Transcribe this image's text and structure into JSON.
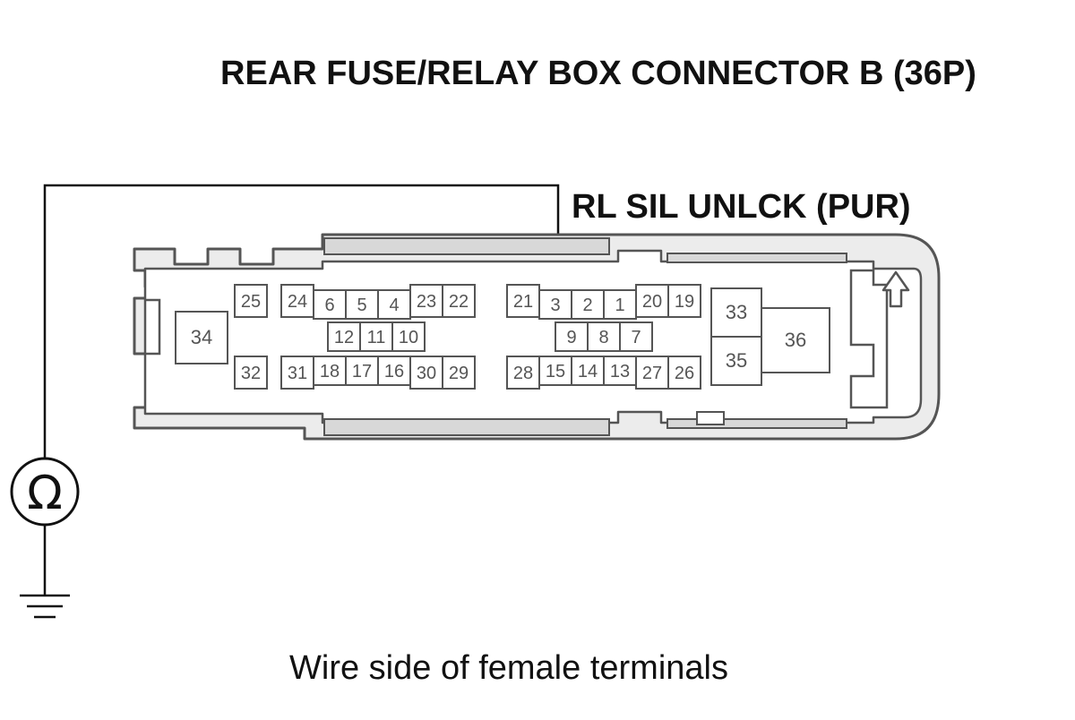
{
  "title": "REAR FUSE/RELAY BOX CONNECTOR B (36P)",
  "wire_label": "RL SIL UNLCK (PUR)",
  "caption": "Wire side of female terminals",
  "meter_symbol": "Ω",
  "probe_terminal": "3",
  "icons": {
    "meter": "ohmmeter-icon",
    "ground": "ground-icon",
    "orientation": "up-arrow-icon"
  },
  "colors": {
    "line": "#111111",
    "connector_outline": "#555555",
    "connector_fill": "#d8d8d8",
    "terminal_text": "#555555"
  },
  "terminals": [
    "25",
    "24",
    "6",
    "5",
    "4",
    "23",
    "22",
    "21",
    "3",
    "2",
    "1",
    "20",
    "19",
    "33",
    "34",
    "12",
    "11",
    "10",
    "9",
    "8",
    "7",
    "36",
    "32",
    "31",
    "18",
    "17",
    "16",
    "30",
    "29",
    "28",
    "15",
    "14",
    "13",
    "27",
    "26",
    "35"
  ]
}
